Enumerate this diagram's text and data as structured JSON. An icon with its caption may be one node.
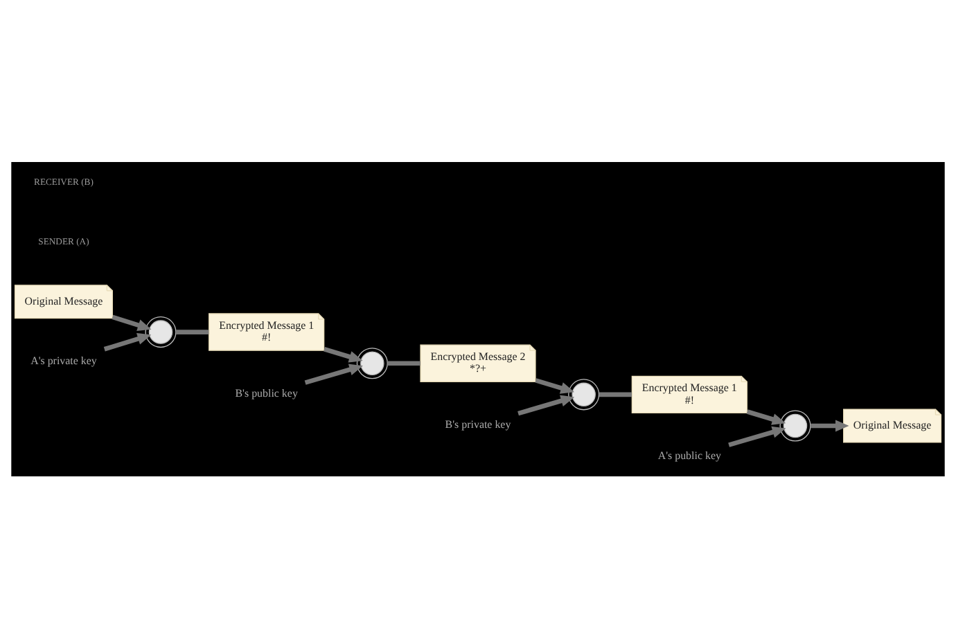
{
  "diagram": {
    "nodes": [
      {
        "text": [
          "Original Message"
        ]
      },
      {
        "text": [
          "A's private key"
        ]
      },
      {
        "text": [],
        "shape": "gear"
      },
      {
        "text": [
          "B's public key"
        ]
      },
      {
        "text": [
          "Encrypted Message 1",
          "#!"
        ]
      },
      {
        "text": [],
        "shape": "gear"
      },
      {
        "text": [
          "Encrypted Message 2",
          "*?+"
        ]
      },
      {
        "text": [],
        "shape": "gear"
      },
      {
        "text": [
          "B's private key"
        ]
      },
      {
        "text": [
          "Encrypted Message 1",
          "#!"
        ]
      },
      {
        "text": [],
        "shape": "gear"
      },
      {
        "text": [
          "A's public key"
        ]
      },
      {
        "text": [
          "Original Message"
        ]
      }
    ],
    "edges": [
      {
        "from": 0,
        "to": 2,
        "arrow": "to"
      },
      {
        "from": 1,
        "to": 2,
        "arrow": "to"
      },
      {
        "from": 2,
        "to": 4,
        "arrow": "none"
      },
      {
        "from": 4,
        "to": 5,
        "arrow": "to"
      },
      {
        "from": 3,
        "to": 5,
        "arrow": "to"
      },
      {
        "from": 5,
        "to": 6,
        "arrow": "none"
      },
      {
        "from": 6,
        "to": 7,
        "arrow": "to"
      },
      {
        "from": 8,
        "to": 7,
        "arrow": "to"
      },
      {
        "from": 7,
        "to": 9,
        "arrow": "none"
      },
      {
        "from": 9,
        "to": 10,
        "arrow": "to"
      },
      {
        "from": 11,
        "to": 10,
        "arrow": "to"
      },
      {
        "from": 10,
        "to": 12,
        "arrow": "to"
      }
    ],
    "labels": [
      "SENDER (A)",
      "RECEIVER (B)"
    ]
  }
}
